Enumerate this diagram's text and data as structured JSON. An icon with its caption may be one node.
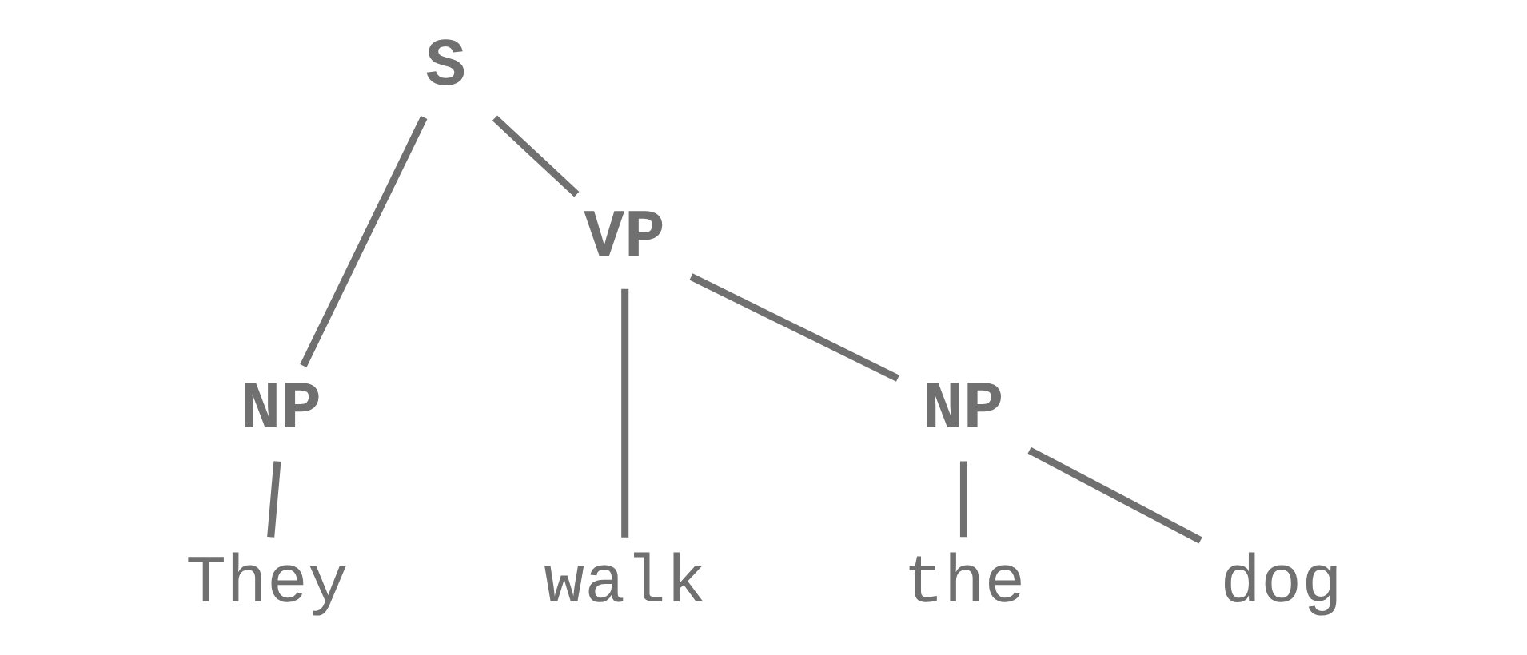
{
  "diagram": {
    "nodes": [
      {
        "text": [
          "S"
        ]
      },
      {
        "text": [
          "VP"
        ]
      },
      {
        "text": [
          "NP"
        ]
      },
      {
        "text": [
          "NP"
        ]
      },
      {
        "text": [
          "They"
        ]
      },
      {
        "text": [
          "walk"
        ]
      },
      {
        "text": [
          "the"
        ]
      },
      {
        "text": [
          "dog"
        ]
      }
    ],
    "edges": [
      {
        "from": 0,
        "to": 2,
        "arrow": "none"
      },
      {
        "from": 0,
        "to": 1,
        "arrow": "none"
      },
      {
        "from": 1,
        "to": 3,
        "arrow": "none"
      },
      {
        "from": 2,
        "to": 4,
        "arrow": "none"
      },
      {
        "from": 1,
        "to": 5,
        "arrow": "none"
      },
      {
        "from": 3,
        "to": 6,
        "arrow": "none"
      },
      {
        "from": 3,
        "to": 7,
        "arrow": "none"
      }
    ]
  }
}
